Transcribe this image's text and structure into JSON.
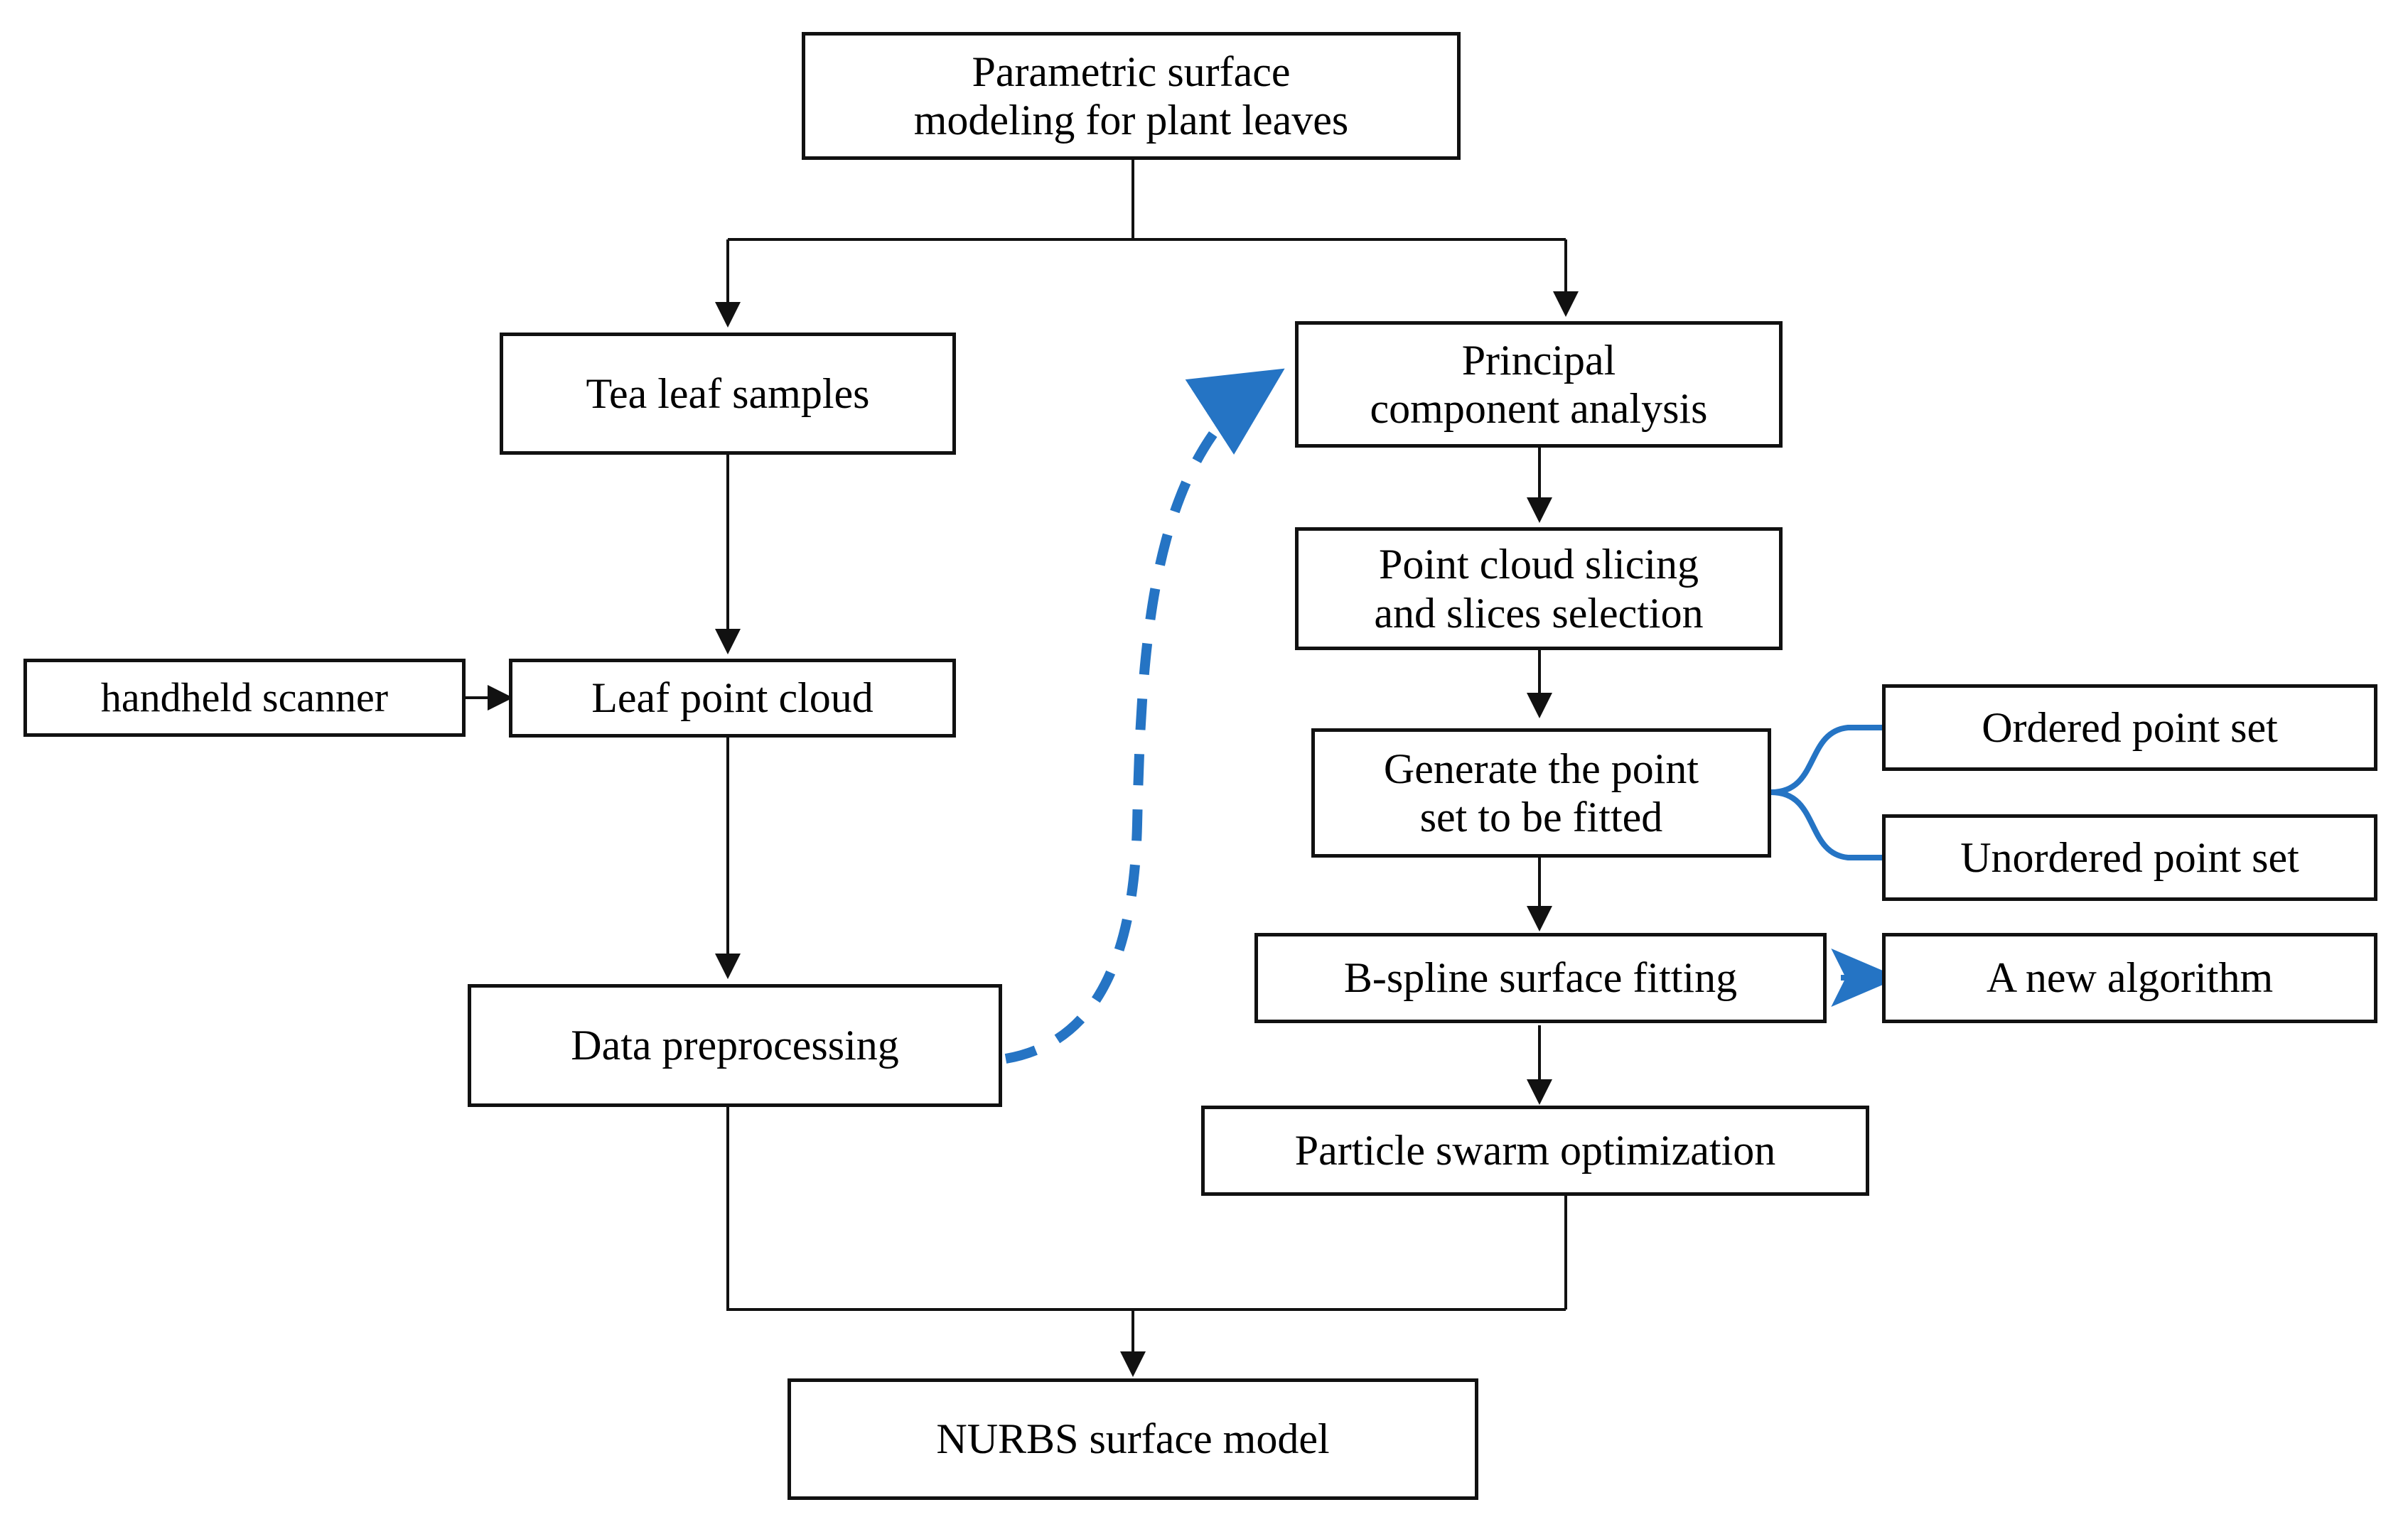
{
  "diagram": {
    "title": "Parametric surface modeling for plant leaves flowchart",
    "colors": {
      "stroke": "#111111",
      "accent_blue": "#2574C4",
      "background": "#ffffff"
    },
    "nodes": {
      "root": "Parametric surface\nmodeling for plant leaves",
      "tea_leaf_samples": "Tea leaf samples",
      "handheld_scanner": "handheld scanner",
      "leaf_point_cloud": "Leaf point cloud",
      "data_preprocessing": "Data preprocessing",
      "principal_component_analysis": "Principal\ncomponent analysis",
      "point_cloud_slicing": "Point cloud slicing\nand slices selection",
      "generate_point_set": "Generate the point\nset to be fitted",
      "ordered_point_set": "Ordered point set",
      "unordered_point_set": "Unordered point set",
      "bspline_surface_fitting": "B-spline surface fitting",
      "a_new_algorithm": "A new algorithm",
      "particle_swarm_optimization": "Particle swarm optimization",
      "nurbs_surface_model": "NURBS surface model"
    },
    "edges": [
      {
        "from": "root",
        "to": "tea_leaf_samples",
        "style": "solid-black-arrow"
      },
      {
        "from": "root",
        "to": "principal_component_analysis",
        "style": "solid-black-arrow"
      },
      {
        "from": "tea_leaf_samples",
        "to": "leaf_point_cloud",
        "style": "solid-black-arrow"
      },
      {
        "from": "handheld_scanner",
        "to": "leaf_point_cloud",
        "style": "solid-black-arrow"
      },
      {
        "from": "leaf_point_cloud",
        "to": "data_preprocessing",
        "style": "solid-black-arrow"
      },
      {
        "from": "data_preprocessing",
        "to": "principal_component_analysis",
        "style": "dashed-blue-arrow"
      },
      {
        "from": "principal_component_analysis",
        "to": "point_cloud_slicing",
        "style": "solid-black-arrow"
      },
      {
        "from": "point_cloud_slicing",
        "to": "generate_point_set",
        "style": "solid-black-arrow"
      },
      {
        "from": "generate_point_set",
        "to": "ordered_point_set",
        "style": "blue-brace"
      },
      {
        "from": "generate_point_set",
        "to": "unordered_point_set",
        "style": "blue-brace"
      },
      {
        "from": "generate_point_set",
        "to": "bspline_surface_fitting",
        "style": "solid-black-arrow"
      },
      {
        "from": "a_new_algorithm",
        "to": "bspline_surface_fitting",
        "style": "solid-blue-arrow"
      },
      {
        "from": "bspline_surface_fitting",
        "to": "particle_swarm_optimization",
        "style": "solid-black-arrow"
      },
      {
        "from": "data_preprocessing",
        "to": "nurbs_surface_model",
        "style": "solid-black-arrow"
      },
      {
        "from": "particle_swarm_optimization",
        "to": "nurbs_surface_model",
        "style": "solid-black-arrow"
      }
    ]
  }
}
